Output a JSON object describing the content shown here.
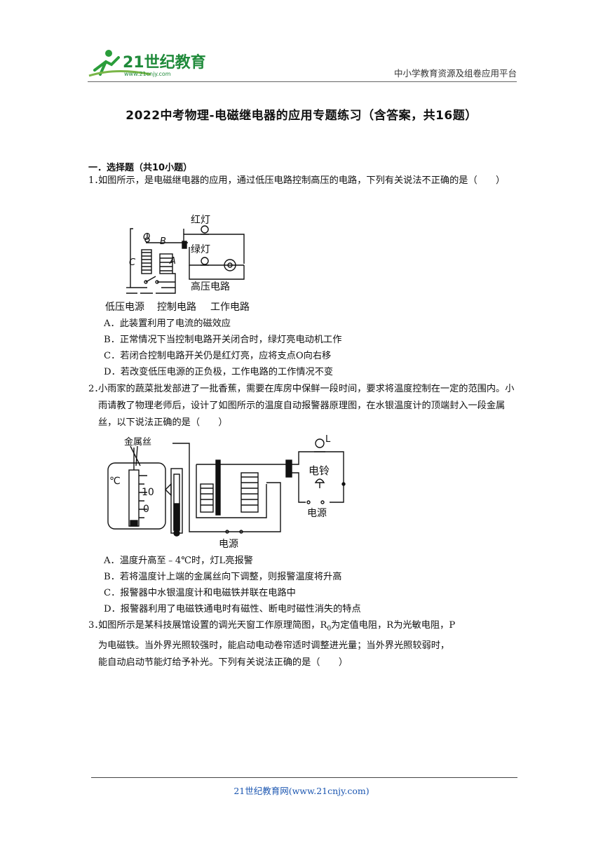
{
  "header": {
    "logo_text": "21世纪教育",
    "logo_url_text": "www.21cnjy.com",
    "platform": "中小学教育资源及组卷应用平台"
  },
  "title": "2022中考物理-电磁继电器的应用专题练习（含答案，共16题）",
  "section": "一．选择题（共10小题）",
  "questions": [
    {
      "num": "1．",
      "text": "如图所示，是电磁继电器的应用，通过低压电路控制高压的电路，下列有关说法不正确的是（　　）",
      "figure_labels": {
        "red": "红灯",
        "green": "绿灯",
        "high": "高压电路",
        "low_power": "低压电源",
        "control": "控制电路",
        "work": "工作电路",
        "O": "O",
        "B": "B",
        "C": "C",
        "A": "A"
      },
      "options": [
        "A．此装置利用了电流的磁效应",
        "B．正常情况下当控制电路开关闭合时，绿灯亮电动机工作",
        "C．若闭合控制电路开关仍是红灯亮，应将支点O向右移",
        "D．若改变低压电源的正负极，工作电路的工作情况不变"
      ]
    },
    {
      "num": "2．",
      "text": "小雨家的蔬菜批发部进了一批香蕉，需要在库房中保鲜一段时间，要求将温度控制在一定的范围内。小雨请教了物理老师后，设计了如图所示的温度自动报警器原理图，在水银温度计的顶端封入一段金属丝，以下说法正确的是（　　）",
      "figure_labels": {
        "wire": "金属丝",
        "celsius": "℃",
        "ten": "10",
        "zero": "0",
        "L": "L",
        "bell": "电铃",
        "power1": "电源",
        "power2": "电源"
      },
      "options": [
        "A．温度升高至﹣4℃时，灯L亮报警",
        "B．若将温度计上端的金属丝向下调整，则报警温度将升高",
        "C．报警器中水银温度计和电磁铁并联在电路中",
        "D．报警器利用了电磁铁通电时有磁性、断电时磁性消失的特点"
      ]
    },
    {
      "num": "3．",
      "line1_a": "如图所示是某科技展馆设置的调光天窗工作原理简图，R",
      "line1_sub": "0",
      "line1_b": "为定值电阻，R为光敏电阻，P",
      "line2": "为电磁铁。当外界光照较强时，能启动电动卷帘适时调整进光量；当外界光照较弱时，",
      "line3": "能自动启动节能灯给予补光。下列有关说法正确的是（　　）"
    }
  ],
  "footer": "21世纪教育网(www.21cnjy.com)"
}
